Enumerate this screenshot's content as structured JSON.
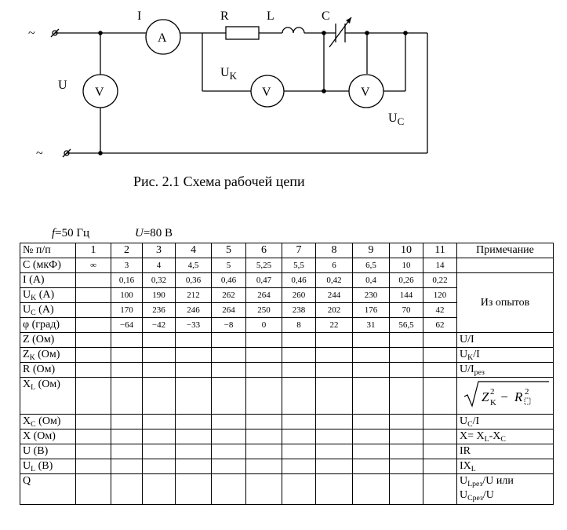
{
  "circuit": {
    "label_I": "I",
    "label_A": "A",
    "label_R": "R",
    "label_L": "L",
    "label_C": "C",
    "label_U": "U",
    "label_V": "V",
    "label_UK_main": "U",
    "label_UK_sub": "K",
    "label_UC_main": "U",
    "label_UC_sub": "C",
    "terminal_symbol": "~"
  },
  "caption": "Рис. 2.1 Схема рабочей цепи",
  "params": {
    "f_var": "f",
    "f_value": "=50 Гц",
    "u_var": "U",
    "u_value": "=80 В"
  },
  "table": {
    "header": {
      "label": "№ п/п",
      "cols": [
        "1",
        "2",
        "3",
        "4",
        "5",
        "6",
        "7",
        "8",
        "9",
        "10",
        "11"
      ],
      "note": "Примечание"
    },
    "rows": [
      {
        "label": "C (мкФ)",
        "values": [
          "∞",
          "3",
          "4",
          "4,5",
          "5",
          "5,25",
          "5,5",
          "6",
          "6,5",
          "10",
          "14"
        ]
      },
      {
        "label_main": "I (А)",
        "values": [
          "",
          "0,16",
          "0,32",
          "0,36",
          "0,46",
          "0,47",
          "0,46",
          "0,42",
          "0,4",
          "0,26",
          "0,22"
        ]
      },
      {
        "label_main": "U",
        "label_sub": "K",
        "label_unit": " (А)",
        "values": [
          "",
          "100",
          "190",
          "212",
          "262",
          "264",
          "260",
          "244",
          "230",
          "144",
          "120"
        ]
      },
      {
        "label_main": "U",
        "label_sub": "C",
        "label_unit": " (А)",
        "values": [
          "",
          "170",
          "236",
          "246",
          "264",
          "250",
          "238",
          "202",
          "176",
          "70",
          "42"
        ]
      },
      {
        "label_main": "φ (град)",
        "values": [
          "",
          "−64",
          "−42",
          "−33",
          "−8",
          "0",
          "8",
          "22",
          "31",
          "56,5",
          "62"
        ]
      }
    ],
    "group_note": "Из опытов",
    "calc_rows": [
      {
        "label": "Z (Ом)",
        "note": "U/I"
      },
      {
        "label_main": "Z",
        "label_sub": "K",
        "label_unit": " (Ом)",
        "note_main": "U",
        "note_sub": "K",
        "note_tail": "/I"
      },
      {
        "label": "R (Ом)",
        "note_main": "U/I",
        "note_sub": "рез"
      },
      {
        "label_main": "X",
        "label_sub": "L",
        "label_unit": " (Ом)",
        "formula_z": "Z",
        "formula_zsub": "K",
        "formula_exp": "2",
        "formula_minus": " − ",
        "formula_r": "R",
        "formula_rexp": "2"
      },
      {
        "label_main": "X",
        "label_sub": "C",
        "label_unit": " (Ом)",
        "note_main": "U",
        "note_sub": "C",
        "note_tail": "/I"
      },
      {
        "label": "X (Ом)",
        "note_a": "X= X",
        "note_asub": "L",
        "note_b": "-X",
        "note_bsub": "C"
      },
      {
        "label": "U (В)",
        "note": "IR"
      },
      {
        "label_main": "U",
        "label_sub": "L",
        "label_unit": " (В)",
        "note_main": "IX",
        "note_sub": "L"
      },
      {
        "label": "Q",
        "note_l1_main": "U",
        "note_l1_sub": "Lрез",
        "note_l1_tail": "/U или",
        "note_l2_main": "U",
        "note_l2_sub": "Срез",
        "note_l2_tail": "/U"
      }
    ]
  }
}
